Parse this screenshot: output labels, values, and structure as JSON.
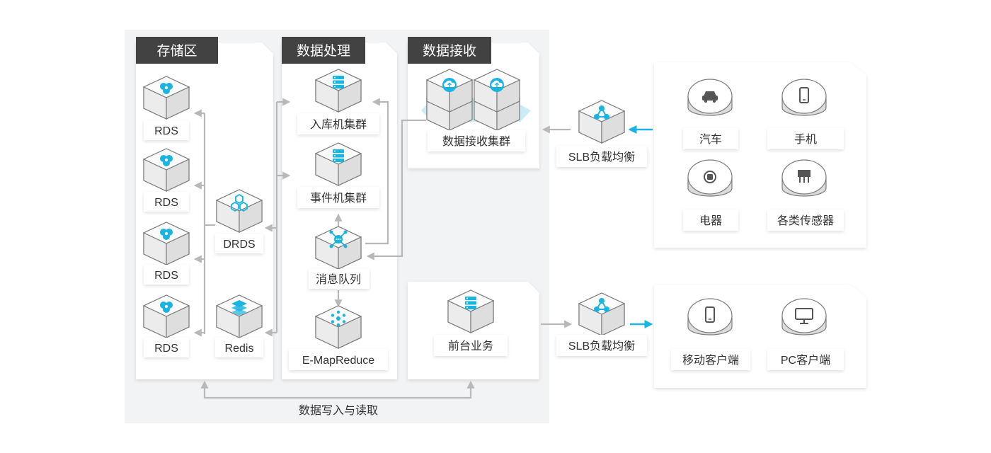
{
  "colors": {
    "accent": "#1ab4e0",
    "header": "#424242",
    "line": "#b8b8b8",
    "panel": "#f1f3f5"
  },
  "sections": {
    "storage": "存储区",
    "processing": "数据处理",
    "receiving": "数据接收"
  },
  "storage": {
    "rds": [
      "RDS",
      "RDS",
      "RDS",
      "RDS"
    ],
    "drds": "DRDS",
    "redis": "Redis"
  },
  "processing": {
    "ingest_cluster": "入库机集群",
    "event_cluster": "事件机集群",
    "message_queue": "消息队列",
    "emapreduce": "E-MapReduce"
  },
  "receiving": {
    "receive_cluster": "数据接收集群",
    "frontend": "前台业务"
  },
  "slb": {
    "top": "SLB负载均衡",
    "bottom": "SLB负载均衡"
  },
  "devices": [
    {
      "label": "汽车",
      "icon": "car-icon"
    },
    {
      "label": "手机",
      "icon": "phone-icon"
    },
    {
      "label": "电器",
      "icon": "appliance-icon"
    },
    {
      "label": "各类传感器",
      "icon": "sensor-icon"
    }
  ],
  "clients": [
    {
      "label": "移动客户端",
      "icon": "mobile-icon"
    },
    {
      "label": "PC客户端",
      "icon": "pc-icon"
    }
  ],
  "footer": {
    "read_write": "数据写入与读取"
  }
}
